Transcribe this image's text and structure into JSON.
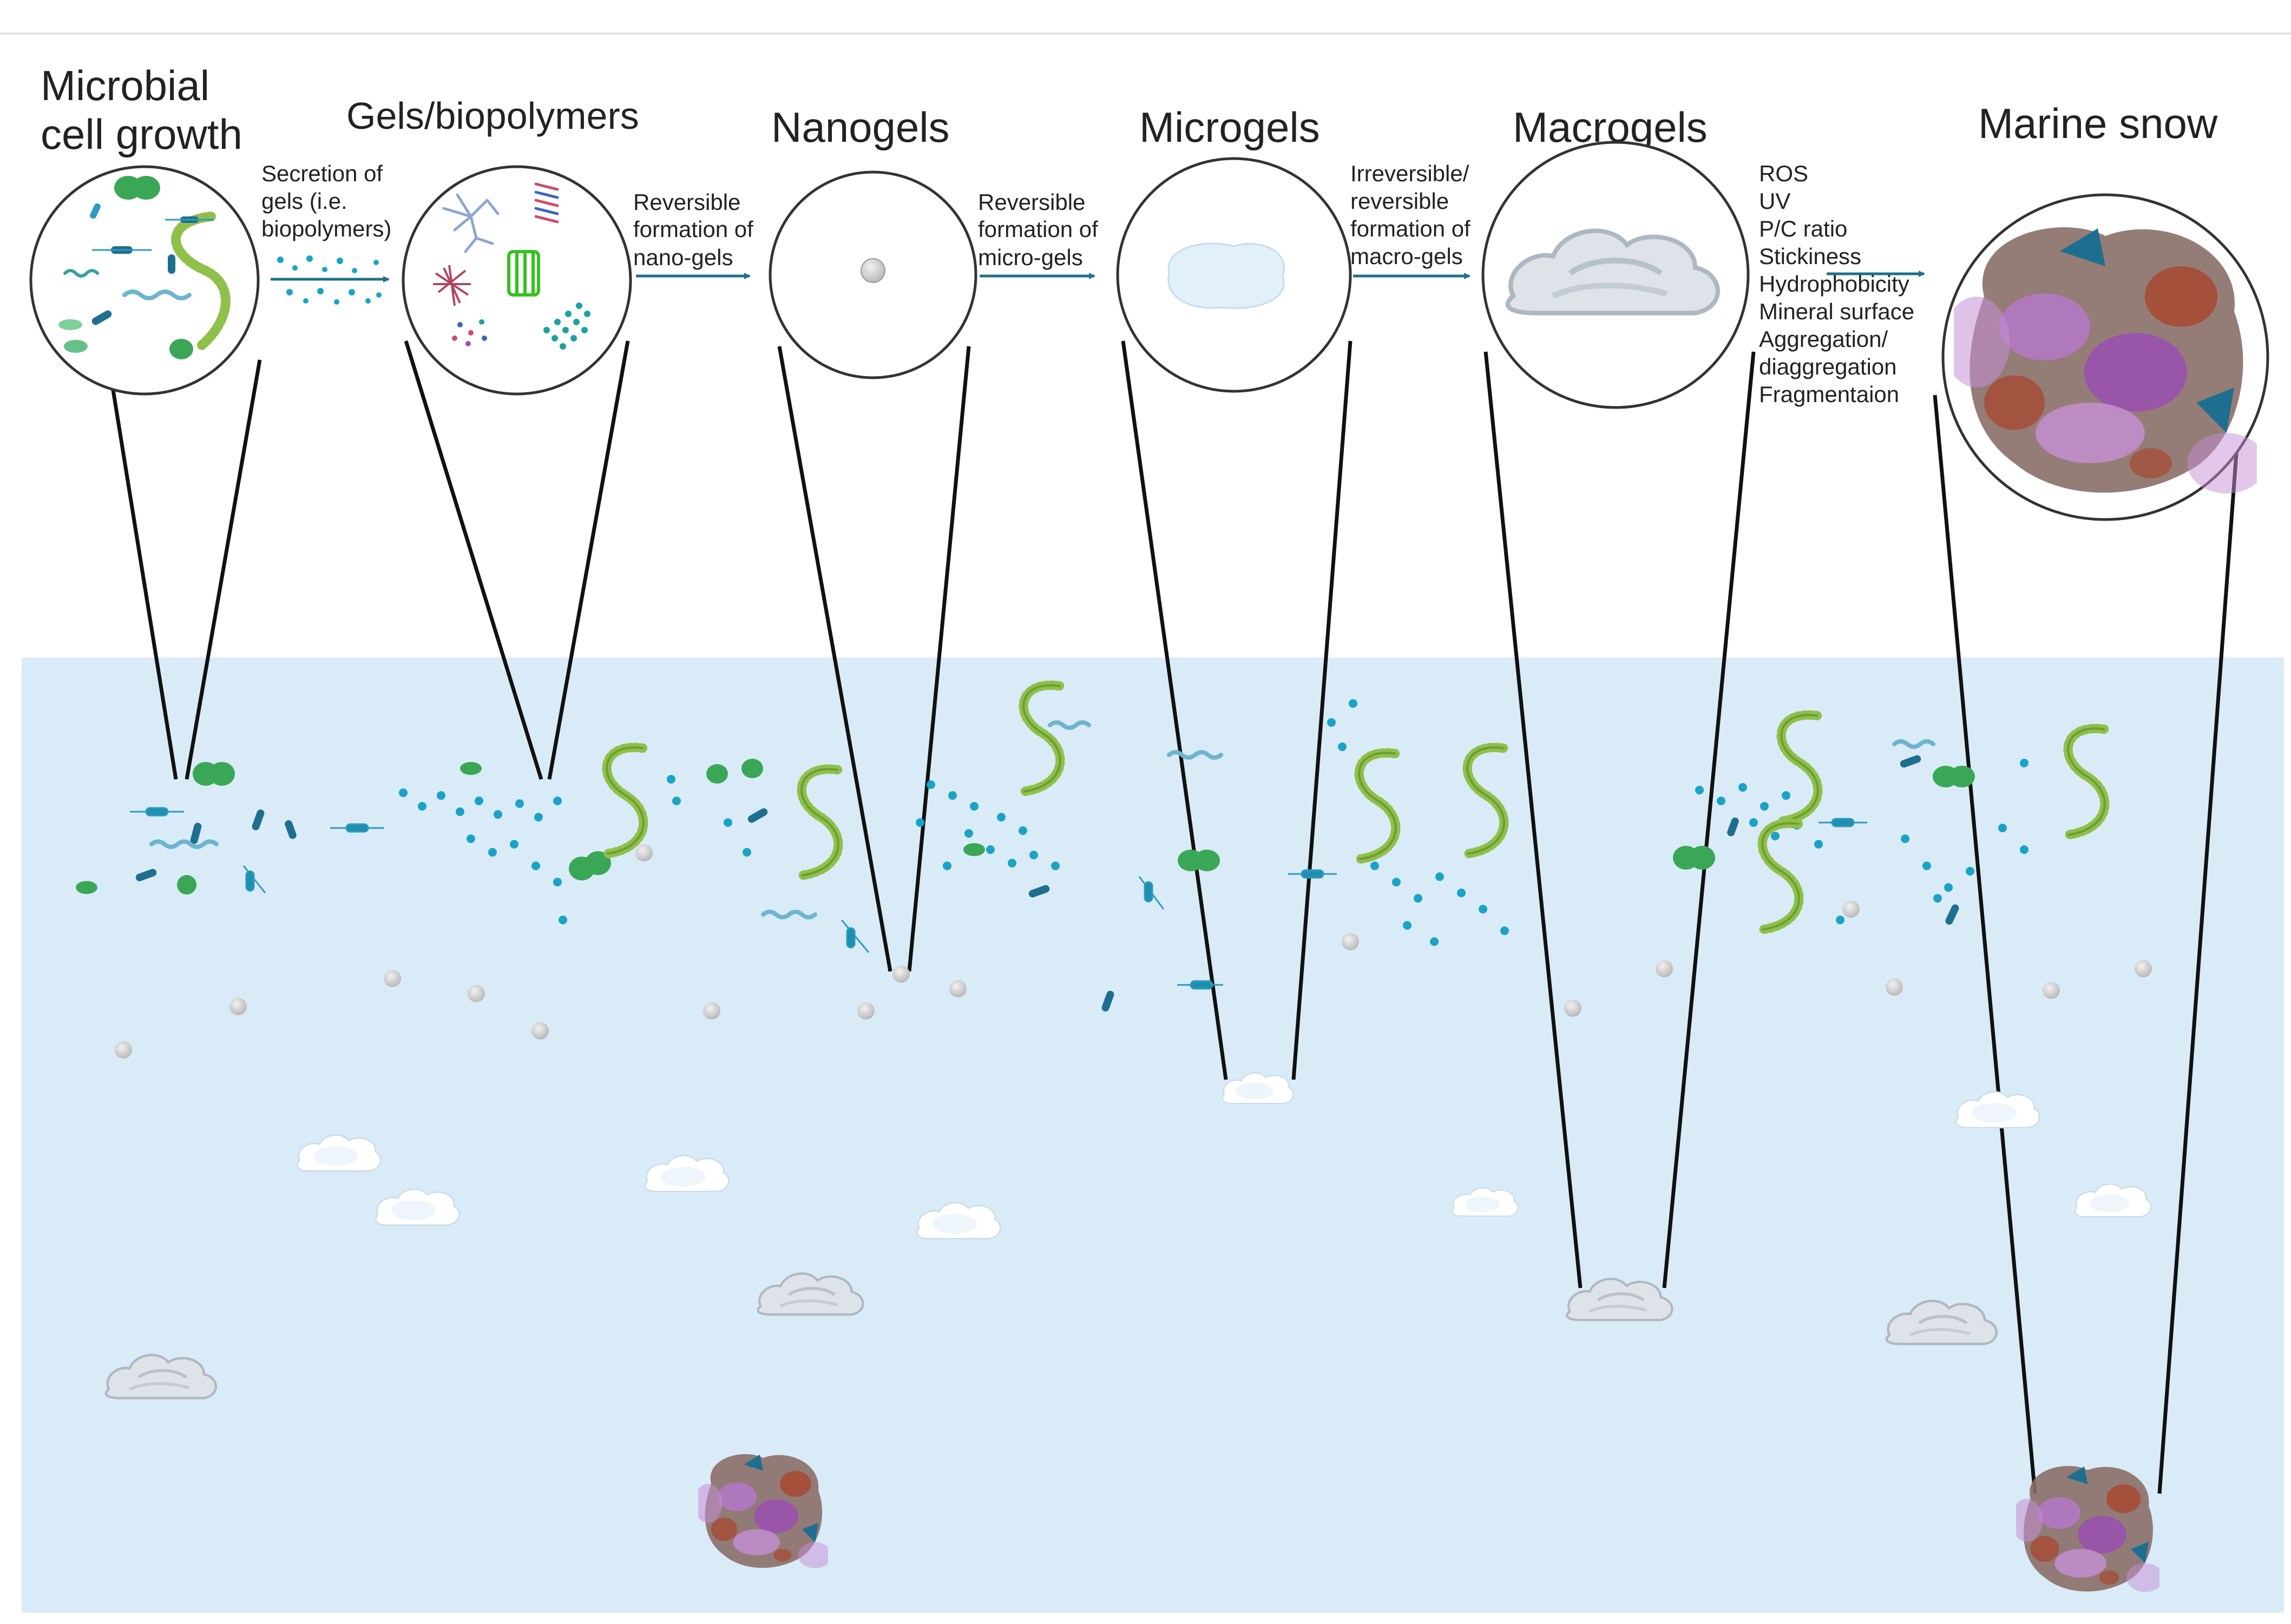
{
  "stages": [
    {
      "id": "microbial",
      "title_lines": [
        "Microbial",
        "cell growth"
      ]
    },
    {
      "id": "gels",
      "title_lines": [
        "Gels/biopolymers"
      ]
    },
    {
      "id": "nanogels",
      "title_lines": [
        "Nanogels"
      ]
    },
    {
      "id": "microgels",
      "title_lines": [
        "Microgels"
      ]
    },
    {
      "id": "macrogels",
      "title_lines": [
        "Macrogels"
      ]
    },
    {
      "id": "marine-snow",
      "title_lines": [
        "Marine snow"
      ]
    }
  ],
  "arrows": [
    {
      "id": "secretion",
      "lines": [
        "Secretion of",
        "gels (i.e.",
        "biopolymers)"
      ]
    },
    {
      "id": "nano-formation",
      "lines": [
        "Reversible",
        "formation of",
        "nano-gels"
      ]
    },
    {
      "id": "micro-formation",
      "lines": [
        "Reversible",
        "formation of",
        "micro-gels"
      ]
    },
    {
      "id": "macro-formation",
      "lines": [
        "Irreversible/",
        "reversible",
        "formation of",
        "macro-gels"
      ]
    }
  ],
  "factors": [
    "ROS",
    "UV",
    "P/C ratio",
    "Stickiness",
    "Hydrophobicity",
    "Mineral surface",
    "Aggregation/",
    "diaggregation",
    "Fragmentaion"
  ],
  "colors": {
    "water": "#daebf8",
    "arrow": "#1f6f8a",
    "dot": "#1aa3c6",
    "green": "#3aa757",
    "spring": "#8fc04a",
    "snow_body": "#8a6f68",
    "snow_purple": "#b478c8",
    "snow_brown": "#a4503a"
  }
}
